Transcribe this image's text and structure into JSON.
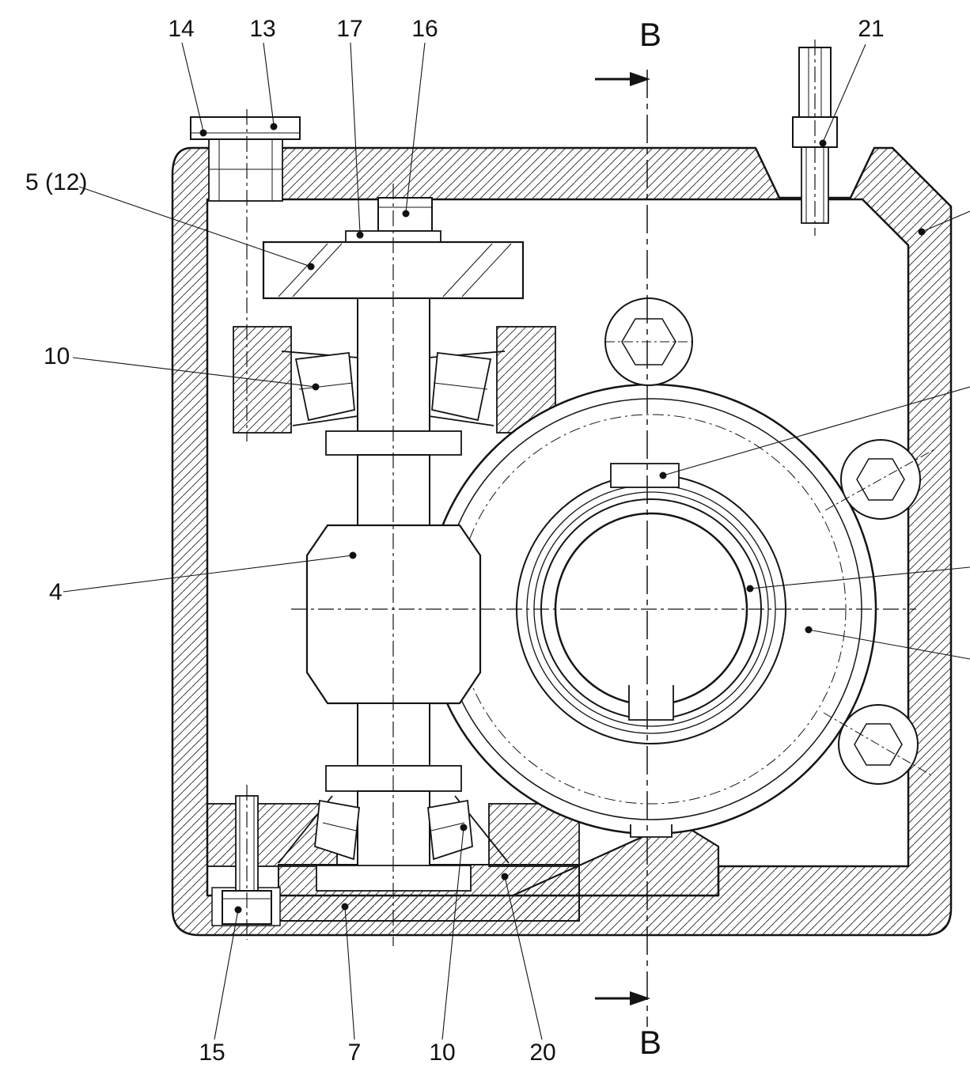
{
  "drawing": {
    "section_marks": {
      "top": "B",
      "bottom": "B"
    },
    "callouts": [
      {
        "id": "14",
        "label": "14"
      },
      {
        "id": "13",
        "label": "13"
      },
      {
        "id": "17",
        "label": "17"
      },
      {
        "id": "16",
        "label": "16"
      },
      {
        "id": "21",
        "label": "21"
      },
      {
        "id": "5-12",
        "label": "5 (12)"
      },
      {
        "id": "10-upper",
        "label": "10"
      },
      {
        "id": "4",
        "label": "4"
      },
      {
        "id": "15",
        "label": "15"
      },
      {
        "id": "7",
        "label": "7"
      },
      {
        "id": "10-lower",
        "label": "10"
      },
      {
        "id": "20",
        "label": "20"
      }
    ]
  }
}
